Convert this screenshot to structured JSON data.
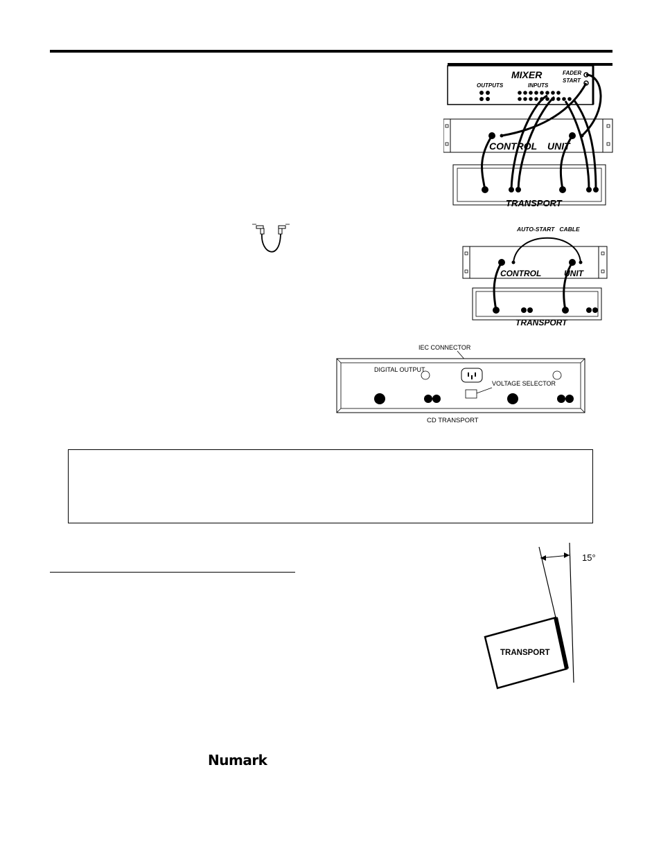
{
  "diagram_mixer": {
    "mixer_label": "MIXER",
    "outputs_label": "OUTPUTS",
    "inputs_label": "INPUTS",
    "fader_label": "FADER",
    "start_label": "START",
    "control_label": "CONTROL",
    "unit_label": "UNIT",
    "transport_label": "TRANSPORT"
  },
  "diagram_autostart": {
    "cable_label": "AUTO-START   CABLE",
    "control_label": "CONTROL",
    "unit_label": "UNIT",
    "transport_label": "TRANSPORT"
  },
  "diagram_rear": {
    "iec_label": "IEC CONNECTOR",
    "digital_label": "DIGITAL OUTPUT",
    "voltage_label": "VOLTAGE SELECTOR",
    "caption": "CD TRANSPORT"
  },
  "diagram_angle": {
    "angle_label": "15°",
    "transport_label": "TRANSPORT"
  },
  "footer": {
    "logo_text": "Numark"
  }
}
